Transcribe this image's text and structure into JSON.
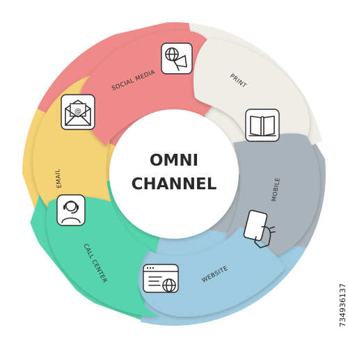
{
  "center": {
    "line1": "OMNI",
    "line2": "CHANNEL"
  },
  "segments": [
    {
      "label": "SOCIAL MEDIA",
      "color": "#ee8a8a",
      "icon": "megaphone-globe-icon"
    },
    {
      "label": "PRINT",
      "color": "#efede7",
      "icon": "open-book-icon"
    },
    {
      "label": "MOBILE",
      "color": "#aab3b9",
      "icon": "hand-phone-icon"
    },
    {
      "label": "WEBSITE",
      "color": "#9fcbe0",
      "icon": "browser-globe-icon"
    },
    {
      "label": "CALL CENTER",
      "color": "#56d5ad",
      "icon": "headset-agent-icon"
    },
    {
      "label": "EMAIL",
      "color": "#f5d274",
      "icon": "envelope-icon"
    }
  ],
  "watermark": {
    "stock_id": "734936137"
  }
}
